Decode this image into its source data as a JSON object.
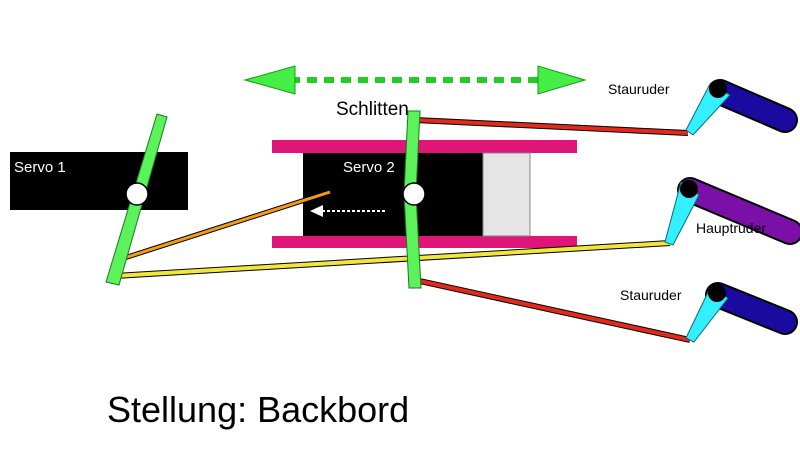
{
  "labels": {
    "servo1": "Servo 1",
    "servo2": "Servo 2",
    "slide": "Schlitten",
    "aux_rudder_top": "Stauruder",
    "main_rudder": "Hauptruder",
    "aux_rudder_bottom": "Stauruder",
    "status": "Stellung: Backbord"
  },
  "colors": {
    "servo_body": "#000000",
    "slide_rail": "#e0157a",
    "slide_block": "#e5e5e5",
    "servo_arm": "#5cf25c",
    "pushrod_red": "#e22a1a",
    "pushrod_orange": "#f39c12",
    "pushrod_yellow": "#f2e63a",
    "tiller": "#33f0ff",
    "aux_rudder_blade": "#1a0aa0",
    "main_rudder_blade": "#7a10a8",
    "slide_motion_arrow": "#22cc22"
  },
  "icons": {
    "slide_motion": "double-arrow-horizontal-dashed-icon",
    "servo2_motion": "arrow-left-dotted-icon"
  }
}
